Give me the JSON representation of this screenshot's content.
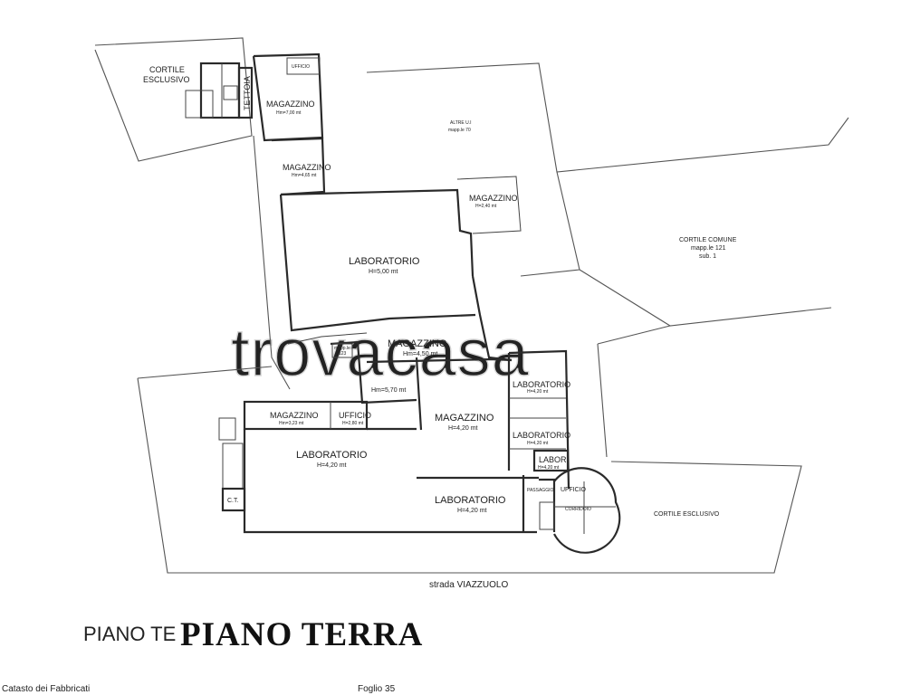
{
  "title": "PIANO TERRA",
  "watermark": "trovacasa",
  "street": "strada VIAZZUOLO",
  "rooms": {
    "cortile_esclusivo_nw": [
      "CORTILE",
      "ESCLUSIVO"
    ],
    "tettoia": "TETTOIA",
    "magazzino_top": "MAGAZZINO",
    "magazzino_top_h": "Hm=7,00 mt",
    "ufficio_top": "UFFICIO",
    "magazzino_mid": "MAGAZZINO",
    "magazzino_mid_h": "Hm=4,65 mt",
    "altre_ui": [
      "ALTRE U.I",
      "mapp.le 70"
    ],
    "magazzino_small": "MAGAZZINO",
    "magazzino_small_h": "H=2,40 mt",
    "laboratorio_main": "LABORATORIO",
    "laboratorio_main_h": "H=5,00 mt",
    "cortile_comune": [
      "CORTILE COMUNE",
      "mapp.le 121",
      "sub. 1"
    ],
    "mappale_tag": [
      "mapp.le",
      "123"
    ],
    "magazzino_center": "MAGAZZINO",
    "magazzino_center_h": "Hm=4,50 mt",
    "hm_570": "Hm=5,70 mt",
    "magazzino_sw": "MAGAZZINO",
    "magazzino_sw_h": "Hm=3,23 mt",
    "ufficio_sw": "UFFICIO",
    "ufficio_sw_h": "H=2,80 mt",
    "magazzino_se": "MAGAZZINO",
    "magazzino_se_h": "H=4,20 mt",
    "laboratorio_r1": "LABORATORIO",
    "laboratorio_r1_h": "H=4,20 mt",
    "laboratorio_r2": "LABORATORIO",
    "laboratorio_r2_h": "H=4,20 mt",
    "labor": "LABOR",
    "labor_h": "H=4,20 mt",
    "laboratorio_sw": "LABORATORIO",
    "laboratorio_sw_h": "H=4,20 mt",
    "ct": "C.T.",
    "laboratorio_south": "LABORATORIO",
    "laboratorio_south_h": "H=4,20 mt",
    "passaggio": "PASSAGGIO",
    "ufficio_round": "UFFICIO",
    "corridoio": "CORRIDOIO",
    "cortile_esclusivo_e": "CORTILE ESCLUSIVO"
  },
  "colors": {
    "wall": "#2a2a2a",
    "lot_line": "#555555",
    "watermark": "#d6d6d6",
    "title": "#111111"
  }
}
